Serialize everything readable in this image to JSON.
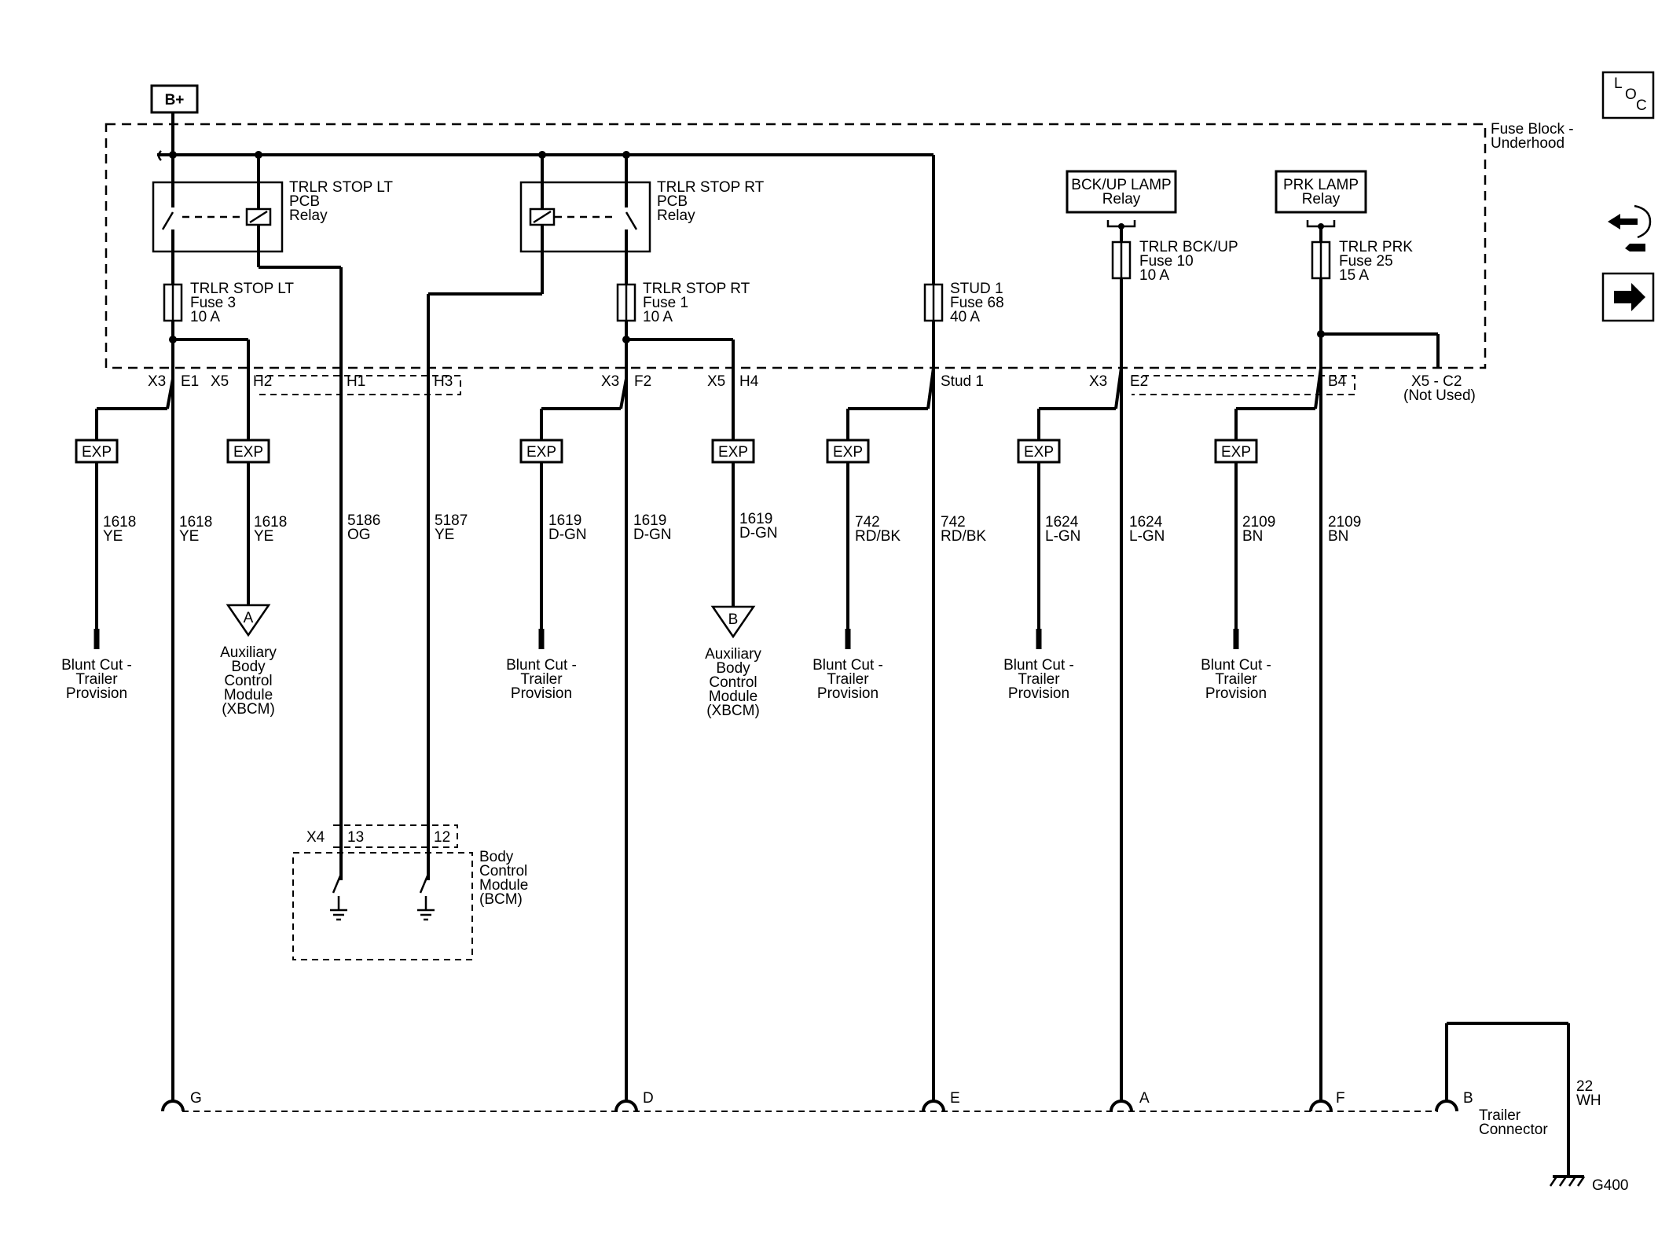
{
  "battery": "B+",
  "fuse_block": {
    "line1": "Fuse Block -",
    "line2": "Underhood"
  },
  "relays": {
    "stop_lt": {
      "l1": "TRLR STOP LT",
      "l2": "PCB",
      "l3": "Relay"
    },
    "stop_rt": {
      "l1": "TRLR STOP RT",
      "l2": "PCB",
      "l3": "Relay"
    },
    "bckup": {
      "l1": "BCK/UP LAMP",
      "l2": "Relay"
    },
    "prk": {
      "l1": "PRK LAMP",
      "l2": "Relay"
    }
  },
  "fuses": {
    "stop_lt": {
      "l1": "TRLR STOP LT",
      "l2": "Fuse 3",
      "l3": "10 A"
    },
    "stop_rt": {
      "l1": "TRLR STOP RT",
      "l2": "Fuse 1",
      "l3": "10 A"
    },
    "stud1": {
      "l1": "STUD 1",
      "l2": "Fuse 68",
      "l3": "40 A"
    },
    "bckup": {
      "l1": "TRLR BCK/UP",
      "l2": "Fuse 10",
      "l3": "10 A"
    },
    "prk": {
      "l1": "TRLR PRK",
      "l2": "Fuse 25",
      "l3": "15 A"
    }
  },
  "connectors": {
    "x3": "X3",
    "e1": "E1",
    "x5": "X5",
    "h2": "H2",
    "h1": "H1",
    "h3": "H3",
    "f2": "F2",
    "h4": "H4",
    "stud": "Stud 1",
    "e2": "E2",
    "b4": "B4",
    "x5c2": "X5 - C2",
    "not_used": "(Not Used)",
    "x4": "X4",
    "p13": "13",
    "p12": "12"
  },
  "exp": "EXP",
  "wires": {
    "w1618": "1618",
    "ye": "YE",
    "w5186": "5186",
    "og": "OG",
    "w5187": "5187",
    "w1619": "1619",
    "dgn": "D-GN",
    "w742": "742",
    "rdbk": "RD/BK",
    "w1624": "1624",
    "lgn": "L-GN",
    "w2109": "2109",
    "bn": "BN",
    "w22": "22",
    "wh": "WH"
  },
  "blunt_cut": {
    "l1": "Blunt Cut -",
    "l2": "Trailer",
    "l3": "Provision"
  },
  "xbcm": {
    "l1": "Auxiliary",
    "l2": "Body",
    "l3": "Control",
    "l4": "Module",
    "l5": "(XBCM)",
    "a": "A",
    "b": "B"
  },
  "bcm": {
    "l1": "Body",
    "l2": "Control",
    "l3": "Module",
    "l4": "(BCM)"
  },
  "trailer_pins": {
    "g": "G",
    "d": "D",
    "e": "E",
    "a": "A",
    "f": "F",
    "b": "B"
  },
  "trailer_connector": {
    "l1": "Trailer",
    "l2": "Connector"
  },
  "ground": "G400",
  "icons": {
    "loc": {
      "l": "L",
      "o": "O",
      "c": "C"
    }
  }
}
